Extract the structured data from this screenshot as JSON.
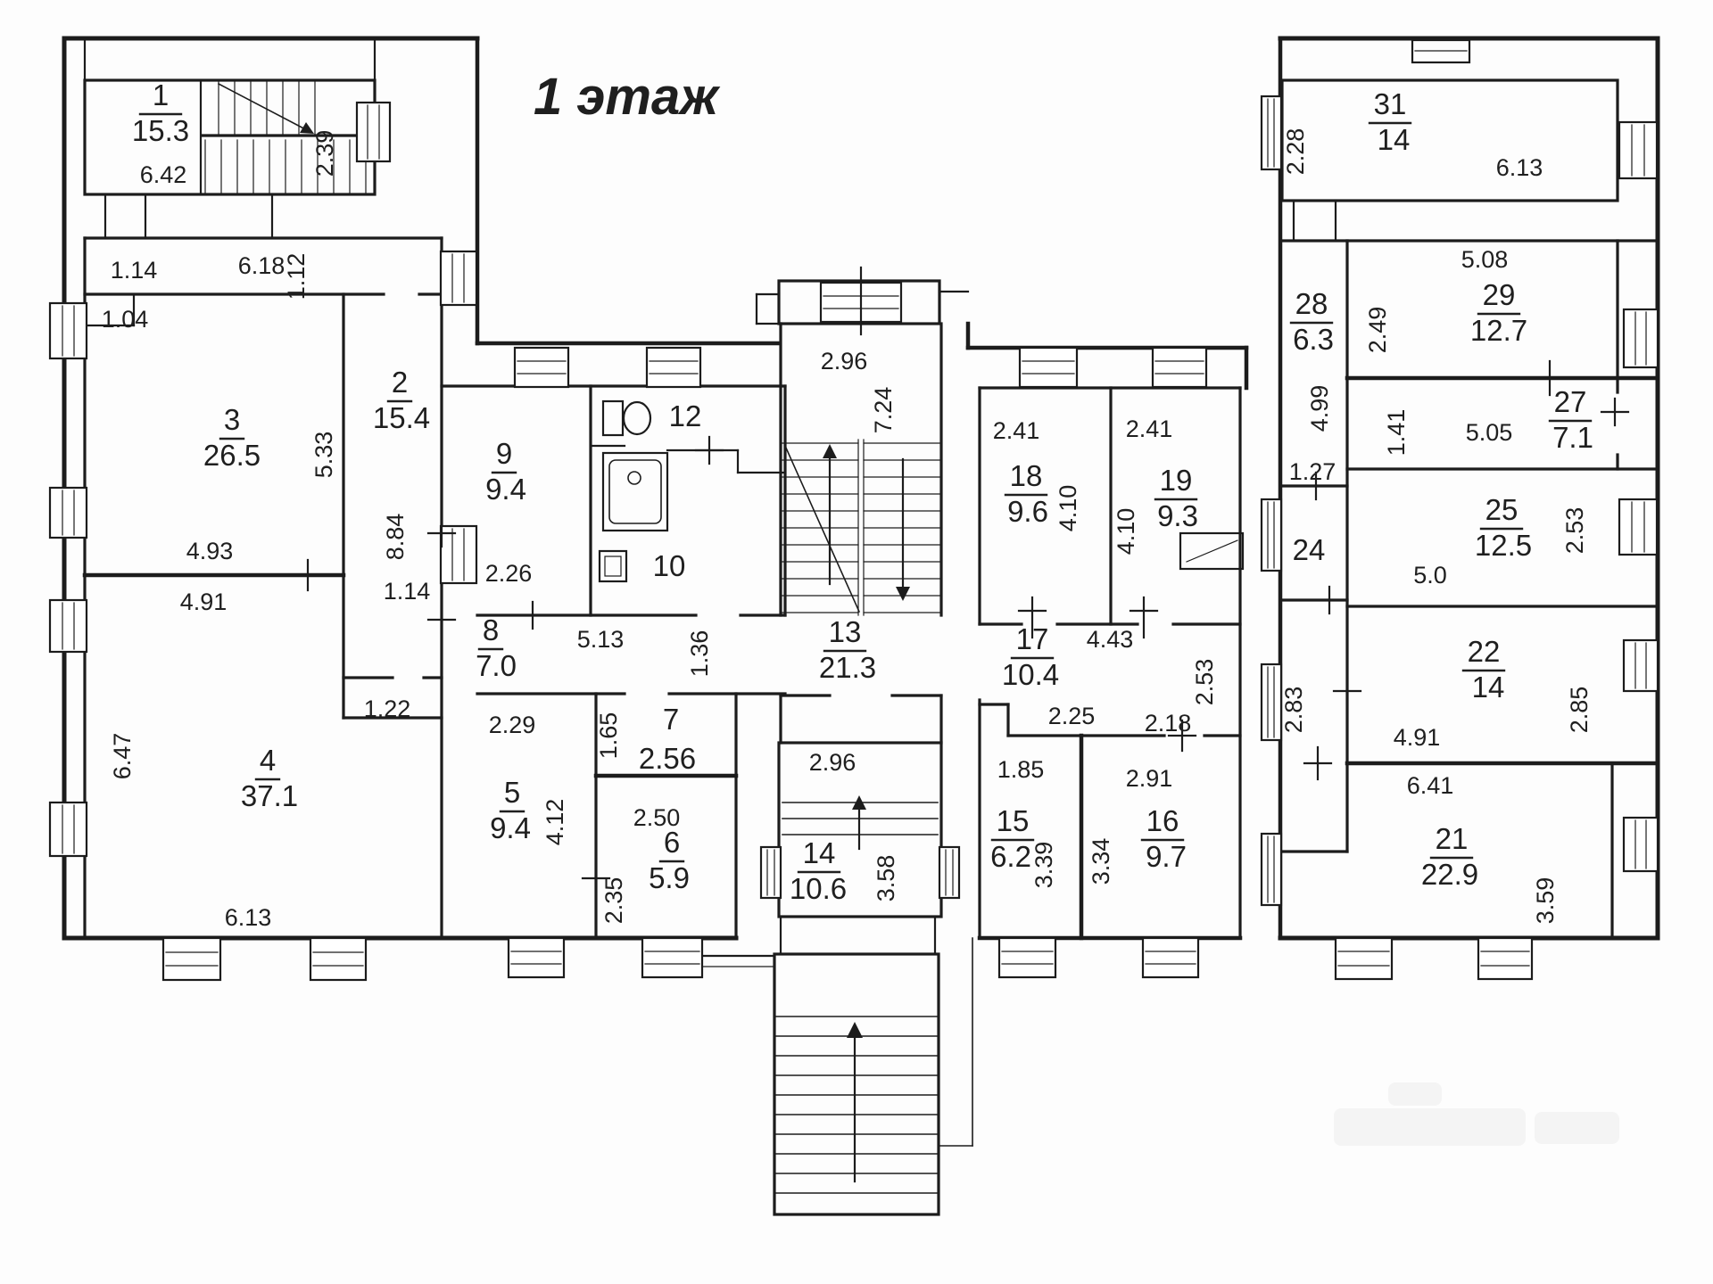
{
  "title": "1 этаж",
  "plan": {
    "floor_title": "1 этаж",
    "rooms": [
      {
        "n": "1",
        "a": "15.3"
      },
      {
        "n": "2",
        "a": "15.4"
      },
      {
        "n": "3",
        "a": "26.5"
      },
      {
        "n": "4",
        "a": "37.1"
      },
      {
        "n": "5",
        "a": "9.4"
      },
      {
        "n": "6",
        "a": "5.9"
      },
      {
        "n": "7",
        "a": "2.56"
      },
      {
        "n": "8",
        "a": "7.0"
      },
      {
        "n": "9",
        "a": "9.4"
      },
      {
        "n": "10"
      },
      {
        "n": "12"
      },
      {
        "n": "13",
        "a": "21.3"
      },
      {
        "n": "14",
        "a": "10.6"
      },
      {
        "n": "15",
        "a": "6.2"
      },
      {
        "n": "16",
        "a": "9.7"
      },
      {
        "n": "17",
        "a": "10.4"
      },
      {
        "n": "18",
        "a": "9.6"
      },
      {
        "n": "19",
        "a": "9.3"
      },
      {
        "n": "21",
        "a": "22.9"
      },
      {
        "n": "22",
        "a": "14"
      },
      {
        "n": "24"
      },
      {
        "n": "25",
        "a": "12.5"
      },
      {
        "n": "27",
        "a": "7.1"
      },
      {
        "n": "28",
        "a": "6.3"
      },
      {
        "n": "29",
        "a": "12.7"
      },
      {
        "n": "31",
        "a": "14"
      }
    ],
    "dims": [
      {
        "v": "6.42"
      },
      {
        "v": "2.39"
      },
      {
        "v": "1.14"
      },
      {
        "v": "6.18"
      },
      {
        "v": "1.12"
      },
      {
        "v": "1.04"
      },
      {
        "v": "5.33"
      },
      {
        "v": "8.84"
      },
      {
        "v": "4.93"
      },
      {
        "v": "4.91"
      },
      {
        "v": "1.14"
      },
      {
        "v": "1.22"
      },
      {
        "v": "6.47"
      },
      {
        "v": "6.13"
      },
      {
        "v": "2.26"
      },
      {
        "v": "5.13"
      },
      {
        "v": "1.36"
      },
      {
        "v": "2.29"
      },
      {
        "v": "4.12"
      },
      {
        "v": "1.65"
      },
      {
        "v": "2.50"
      },
      {
        "v": "2.35"
      },
      {
        "v": "2.96"
      },
      {
        "v": "7.24"
      },
      {
        "v": "2.96"
      },
      {
        "v": "3.58"
      },
      {
        "v": "2.41"
      },
      {
        "v": "4.10"
      },
      {
        "v": "2.41"
      },
      {
        "v": "4.10"
      },
      {
        "v": "4.43"
      },
      {
        "v": "2.25"
      },
      {
        "v": "2.18"
      },
      {
        "v": "2.53"
      },
      {
        "v": "1.85"
      },
      {
        "v": "3.39"
      },
      {
        "v": "2.91"
      },
      {
        "v": "3.34"
      },
      {
        "v": "2.28"
      },
      {
        "v": "6.13"
      },
      {
        "v": "5.08"
      },
      {
        "v": "2.49"
      },
      {
        "v": "4.99"
      },
      {
        "v": "1.27"
      },
      {
        "v": "5.05"
      },
      {
        "v": "1.41"
      },
      {
        "v": "5.0"
      },
      {
        "v": "2.53"
      },
      {
        "v": "2.83"
      },
      {
        "v": "4.91"
      },
      {
        "v": "2.85"
      },
      {
        "v": "6.41"
      },
      {
        "v": "3.59"
      }
    ]
  }
}
